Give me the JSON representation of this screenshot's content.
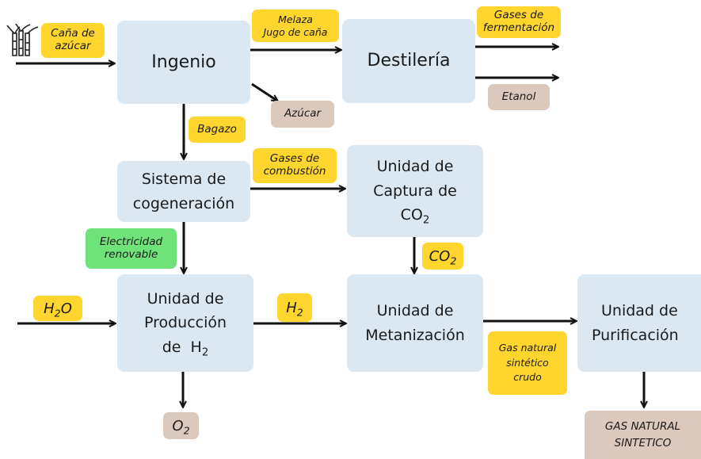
{
  "colors": {
    "box_fill": "#dbe8f1",
    "label_yellow": "#ffd52e",
    "label_tan": "#dcc9be",
    "label_green": "#6fe27a",
    "arrow": "#111111"
  },
  "inputs": {
    "cana_line1": "Caña de",
    "cana_line2": "azúcar",
    "agua_base": "H",
    "agua_sub": "2",
    "agua_tail": "O"
  },
  "nodes": {
    "ingenio": "Ingenio",
    "destileria": "Destilería",
    "cogeneracion_line1": "Sistema de",
    "cogeneracion_line2": "cogeneración",
    "captura_line1": "Unidad de",
    "captura_line2": "Captura de",
    "captura_line3_base": "CO",
    "captura_line3_sub": "2",
    "produccion_line1": "Unidad de",
    "produccion_line2": "Producción",
    "produccion_line3_base": "de  H",
    "produccion_line3_sub": "2",
    "metanizacion_line1": "Unidad de",
    "metanizacion_line2": "Metanización",
    "purificacion_line1": "Unidad de",
    "purificacion_line2": "Purificación"
  },
  "labels": {
    "melaza_line1": "Melaza",
    "melaza_line2": "Jugo de caña",
    "gases_ferm_line1": "Gases de",
    "gases_ferm_line2": "fermentación",
    "etanol": "Etanol",
    "azucar": "Azúcar",
    "bagazo": "Bagazo",
    "gases_comb_line1": "Gases de",
    "gases_comb_line2": "combustión",
    "electricidad_line1": "Electricidad",
    "electricidad_line2": "renovable",
    "co2_base": "CO",
    "co2_sub": "2",
    "h2_base": "H",
    "h2_sub": "2",
    "o2_base": "O",
    "o2_sub": "2",
    "gas_crudo_line1": "Gas natural",
    "gas_crudo_line2": "sintético",
    "gas_crudo_line3": "crudo",
    "gas_final_line1": "GAS NATURAL",
    "gas_final_line2": "SINTETICO"
  }
}
